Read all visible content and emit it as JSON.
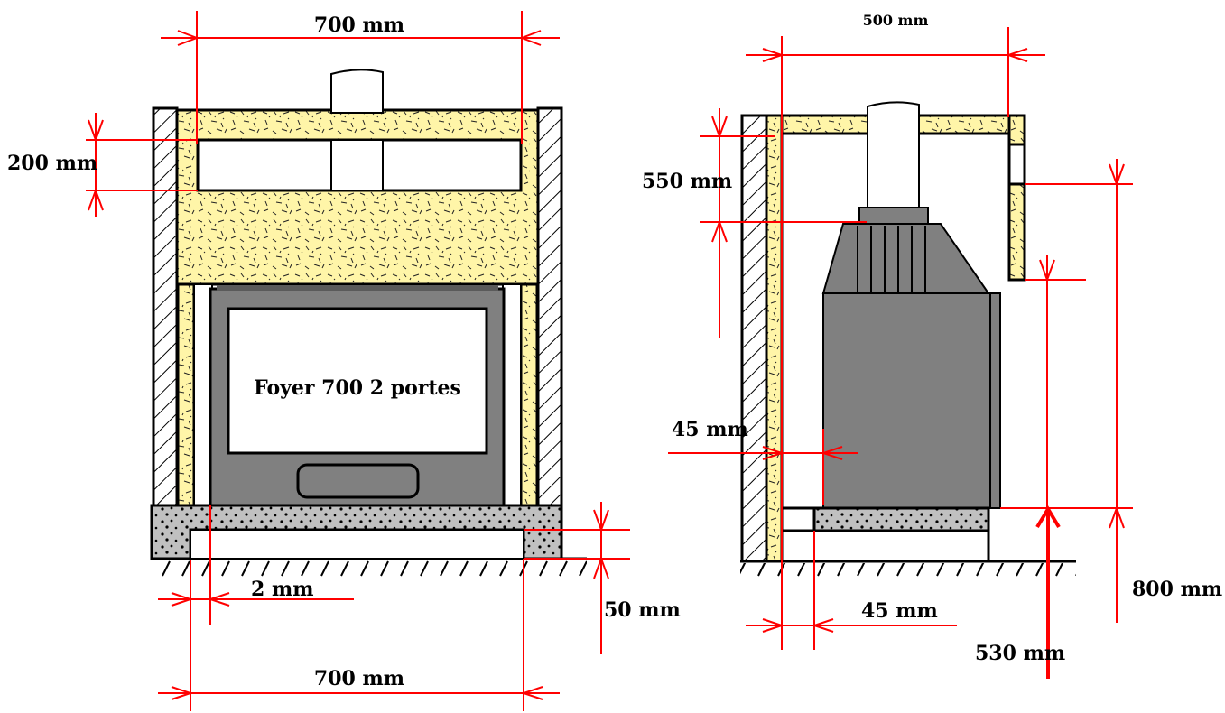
{
  "labels": {
    "front_width_top": "700 mm",
    "front_width_bottom": "700 mm",
    "front_height_200": "200 mm",
    "front_gap_2": "2 mm",
    "front_base_50": "50 mm",
    "foyer_name": "Foyer 700 2 portes",
    "side_width_500": "500 mm",
    "side_height_550": "550 mm",
    "side_gap_45_top": "45 mm",
    "side_gap_45_bottom": "45 mm",
    "side_height_800": "800 mm",
    "side_height_530": "530 mm"
  },
  "colors": {
    "insulation": "#fff5a8",
    "steel": "#808080",
    "steel_dark": "#5a5a5a",
    "concrete": "#c0c0c0",
    "dimension": "#ff0000",
    "outline": "#000000"
  }
}
